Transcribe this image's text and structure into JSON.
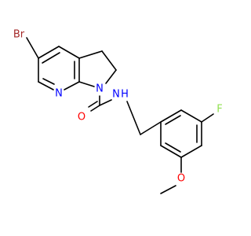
{
  "molecule": {
    "atoms": {
      "bromine": "Br",
      "pyridine_nitrogen": "N",
      "pyrroline_nitrogen": "N",
      "carbonyl_oxygen": "O",
      "amide_nitrogen": "N",
      "amide_hydrogen": "H",
      "fluorine": "F",
      "ether_oxygen": "O"
    },
    "colors": {
      "bond": "#000000",
      "bromine": "#a52a2a",
      "nitrogen": "#0000ff",
      "oxygen": "#ff0000",
      "fluorine": "#90e050"
    }
  }
}
